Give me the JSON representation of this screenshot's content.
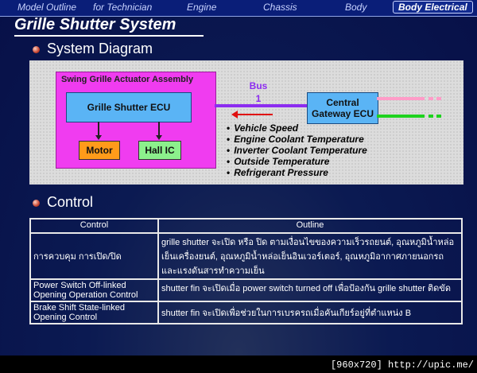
{
  "nav": {
    "items": [
      "Model Outline",
      "for Technician",
      "Engine",
      "Chassis",
      "Body",
      "Body Electrical"
    ]
  },
  "title": "Grille Shutter System",
  "sections": {
    "diagram_heading": "System Diagram",
    "control_heading": "Control"
  },
  "diagram": {
    "assembly_label": "Swing Grille Actuator Assembly",
    "ecu_label": "Grille Shutter ECU",
    "motor_label": "Motor",
    "hallic_label": "Hall IC",
    "bus_label": "Bus",
    "bus_number": "1",
    "gateway_line1": "Central",
    "gateway_line2": "Gateway ECU",
    "signals": [
      "Vehicle Speed",
      "Engine Coolant Temperature",
      "Inverter Coolant Temperature",
      "Outside Temperature",
      "Refrigerant Pressure"
    ],
    "colors": {
      "assembly": "#f03cf0",
      "ecu": "#5ab4f5",
      "motor": "#ff9b1a",
      "hallic": "#8cf08c",
      "bus": "#8c2cf0",
      "arrow": "#e01010",
      "pink_line": "#ff9cc8",
      "green_line": "#1ed21e"
    }
  },
  "table": {
    "headers": [
      "Control",
      "Outline"
    ],
    "rows": [
      {
        "control": "การควบคุม การเปิด/ปิด",
        "outline": "grille shutter จะเปิด หรือ ปิด ตามเงื่อนไขของความเร็วรถยนต์, อุณหภูมิน้ำหล่อเย็นเครื่องยนต์, อุณหภูมิน้ำหล่อเย็นอินเวอร์เตอร์, อุณหภูมิอากาศภายนอกรถ และแรงดันสารทำความเย็น"
      },
      {
        "control": "Power Switch Off-linked Opening Operation Control",
        "outline": "shutter fin จะเปิดเมื่อ power switch turned off เพื่อป้องกัน grille shutter ติดขัด"
      },
      {
        "control": "Brake Shift State-linked Opening Control",
        "outline": "shutter fin จะเปิดเพื่อช่วยในการเบรครถเมื่อคันเกียร์อยู่ที่ตำแหน่ง B"
      }
    ]
  },
  "footer": "[960x720] http://upic.me/"
}
